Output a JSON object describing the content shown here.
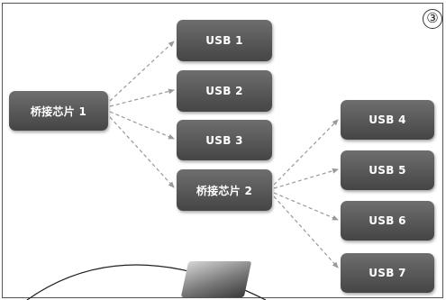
{
  "badge": "③",
  "nodes": {
    "bridge1": "桥接芯片 1",
    "bridge2": "桥接芯片 2",
    "usb1": "USB 1",
    "usb2": "USB 2",
    "usb3": "USB 3",
    "usb4": "USB 4",
    "usb5": "USB 5",
    "usb6": "USB 6",
    "usb7": "USB 7"
  },
  "colors": {
    "node": "#555555",
    "link": "#999999",
    "frame": "#555555"
  }
}
